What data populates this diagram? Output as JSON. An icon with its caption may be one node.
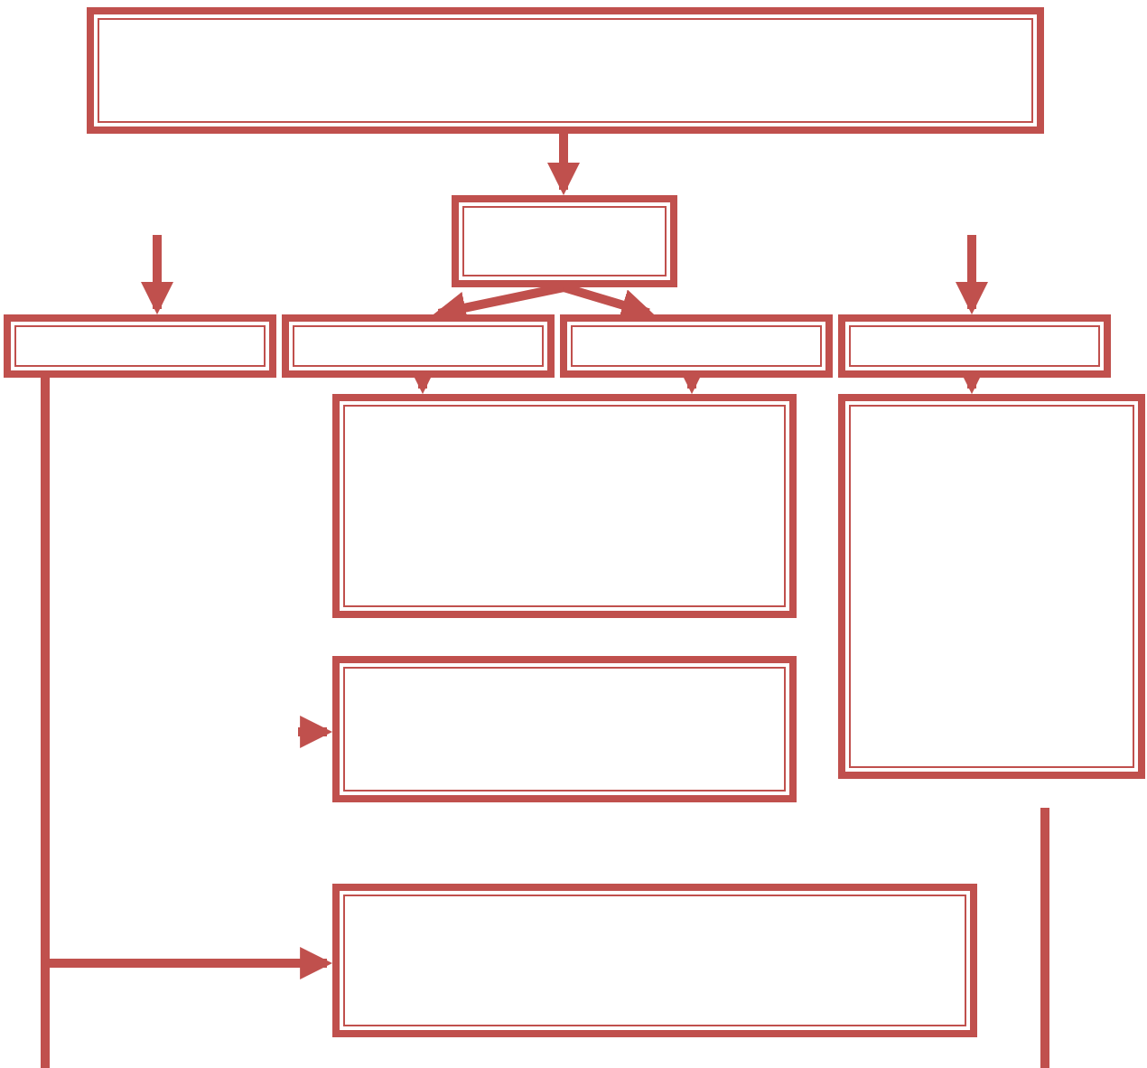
{
  "diagram": {
    "nodes": [
      {
        "text": [],
        "shape": "box"
      },
      {
        "text": [],
        "shape": "box"
      },
      {
        "text": [],
        "shape": "box"
      },
      {
        "text": [],
        "shape": "box"
      },
      {
        "text": [],
        "shape": "box"
      },
      {
        "text": [],
        "shape": "box"
      },
      {
        "text": [],
        "shape": "box"
      },
      {
        "text": [],
        "shape": "box"
      },
      {
        "text": [],
        "shape": "box"
      },
      {
        "text": [],
        "shape": "box"
      }
    ],
    "edges": [
      {
        "from": 0,
        "to": 1,
        "arrow": "to"
      },
      {
        "from": null,
        "to": 2,
        "arrow": "to"
      },
      {
        "from": null,
        "to": 5,
        "arrow": "to"
      },
      {
        "from": 1,
        "to": 3,
        "arrow": "to"
      },
      {
        "from": 1,
        "to": 4,
        "arrow": "to"
      },
      {
        "from": 3,
        "to": 6,
        "arrow": "to"
      },
      {
        "from": 4,
        "to": 6,
        "arrow": "to"
      },
      {
        "from": 5,
        "to": 8,
        "arrow": "to"
      },
      {
        "from": null,
        "to": 7,
        "arrow": "to"
      },
      {
        "from": 2,
        "to": 9,
        "arrow": "to"
      },
      {
        "from": 2,
        "to": null,
        "arrow": "none"
      }
    ]
  }
}
